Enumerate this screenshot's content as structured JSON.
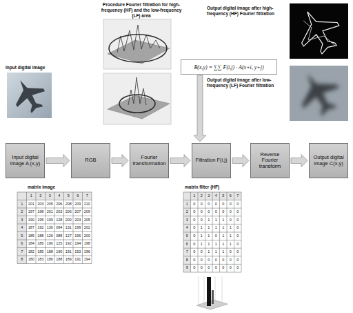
{
  "diagram": {
    "nodes": [
      {
        "text": [
          "B(x,y) = ∑∑ F(i,j) · A(x+i, y+j)"
        ]
      },
      {
        "text": [
          "Input digital image A (x,y)"
        ]
      },
      {
        "text": [
          "RGB"
        ]
      },
      {
        "text": [
          "Fourier transformation"
        ]
      },
      {
        "text": [
          "Filtration F(i,j)"
        ]
      },
      {
        "text": [
          "Reverse Fourier transform"
        ]
      },
      {
        "text": [
          "Output digital image C(x,y)"
        ]
      }
    ],
    "edges": [
      {
        "from": 1,
        "to": 2,
        "arrow": "to"
      },
      {
        "from": 2,
        "to": 3,
        "arrow": "to"
      },
      {
        "from": 3,
        "to": 4,
        "arrow": "to"
      },
      {
        "from": 4,
        "to": 5,
        "arrow": "to"
      },
      {
        "from": 5,
        "to": 6,
        "arrow": "to"
      },
      {
        "from": 0,
        "to": 4,
        "arrow": "to"
      }
    ],
    "labels": [
      "Procedure Fourier filtration for high-frequency (HF) and the low-frequency (LF) area",
      "Output digital image after high-frequency (HF) Fourier filtration",
      "Output digital image after low-frequency (LF) Fourier filtration",
      "Input digital image",
      "matrix image",
      "matrix filter (HF)",
      "1",
      "2",
      "3",
      "4",
      "5",
      "6",
      "7",
      "1",
      "201",
      "203",
      "205",
      "206",
      "208",
      "209",
      "210",
      "2",
      "197",
      "198",
      "201",
      "203",
      "206",
      "207",
      "209",
      "3",
      "190",
      "195",
      "199",
      "128",
      "200",
      "203",
      "205",
      "4",
      "187",
      "192",
      "130",
      "094",
      "131",
      "199",
      "202",
      "5",
      "185",
      "188",
      "126",
      "088",
      "127",
      "196",
      "200",
      "6",
      "184",
      "186",
      "190",
      "125",
      "192",
      "194",
      "198",
      "7",
      "182",
      "185",
      "188",
      "190",
      "191",
      "193",
      "196",
      "8",
      "180",
      "183",
      "186",
      "188",
      "189",
      "191",
      "194",
      "1",
      "2",
      "3",
      "4",
      "5",
      "6",
      "7",
      "1",
      "0",
      "0",
      "0",
      "0",
      "0",
      "0",
      "0",
      "2",
      "0",
      "0",
      "0",
      "0",
      "0",
      "0",
      "0",
      "3",
      "0",
      "0",
      "1",
      "1",
      "1",
      "0",
      "0",
      "4",
      "0",
      "1",
      "1",
      "1",
      "1",
      "1",
      "0",
      "5",
      "0",
      "1",
      "1",
      "0",
      "1",
      "1",
      "0",
      "6",
      "0",
      "1",
      "1",
      "1",
      "1",
      "1",
      "0",
      "7",
      "0",
      "0",
      "1",
      "1",
      "1",
      "0",
      "0",
      "8",
      "0",
      "0",
      "0",
      "0",
      "0",
      "0",
      "0",
      "9",
      "0",
      "0",
      "0",
      "0",
      "0",
      "0",
      "0"
    ]
  }
}
